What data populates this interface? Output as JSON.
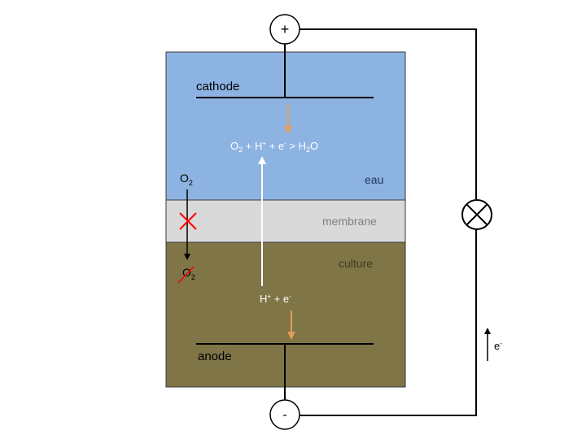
{
  "labels": {
    "cathode": "cathode",
    "anode": "anode",
    "water": "eau",
    "membrane": "membrane",
    "culture": "culture",
    "terminal_plus": "+",
    "terminal_minus": "-"
  },
  "cathode_reaction": {
    "o": "O",
    "o_sub": "2",
    "plus1": " + ",
    "h": "H",
    "h_sup": "+",
    "plus2": " + ",
    "e": "e",
    "e_sup": "-",
    "arrow": " > ",
    "h2": "H",
    "h2_sub": "2",
    "o2": "O"
  },
  "anode_reaction": {
    "h": "H",
    "h_sup": "+",
    "plus": " + ",
    "e": "e",
    "e_sup": "-"
  },
  "oxygen_top": {
    "o": "O",
    "sub": "2"
  },
  "oxygen_bottom": {
    "o": "O",
    "sub": "2"
  },
  "electron_flow": {
    "e": "e",
    "sup": "-"
  },
  "colors": {
    "water": "#8db3e2",
    "membrane": "#d9d9d9",
    "culture": "#7f7547",
    "orange_arrow": "#e59c5b",
    "cross": "#ff0000"
  },
  "icons": {
    "lamp": "lamp-cross-icon"
  }
}
